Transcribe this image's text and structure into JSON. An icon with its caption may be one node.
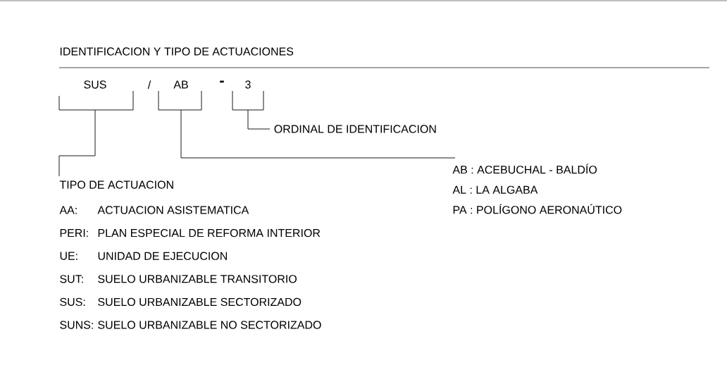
{
  "diagram": {
    "title": "IDENTIFICACION Y TIPO DE ACTUACIONES",
    "nodes": [
      {
        "text": [
          "SUS"
        ]
      },
      {
        "text": [
          "AB"
        ]
      },
      {
        "text": [
          "3"
        ]
      },
      {
        "text": [
          "ORDINAL DE IDENTIFICACION"
        ]
      },
      {
        "text": [
          "TIPO DE ACTUACION"
        ]
      },
      {
        "text": [
          "AB : ACEBUCHAL - BALDÍO",
          "AL : LA ALGABA",
          "PA : POLÍGONO AERONAÚTICO"
        ]
      }
    ],
    "edges": [
      {
        "from": 0,
        "to": 4,
        "arrow": "none"
      },
      {
        "from": 1,
        "to": 5,
        "arrow": "none"
      },
      {
        "from": 2,
        "to": 3,
        "arrow": "none"
      }
    ],
    "labels": [
      "/",
      "-",
      "AA:",
      "ACTUACION ASISTEMATICA",
      "PERI:",
      "PLAN ESPECIAL DE REFORMA INTERIOR",
      "UE:",
      "UNIDAD DE EJECUCION",
      "SUT:",
      "SUELO URBANIZABLE TRANSITORIO",
      "SUS:",
      "SUELO URBANIZABLE SECTORIZADO",
      "SUNS:",
      "SUELO URBANIZABLE NO SECTORIZADO"
    ]
  }
}
